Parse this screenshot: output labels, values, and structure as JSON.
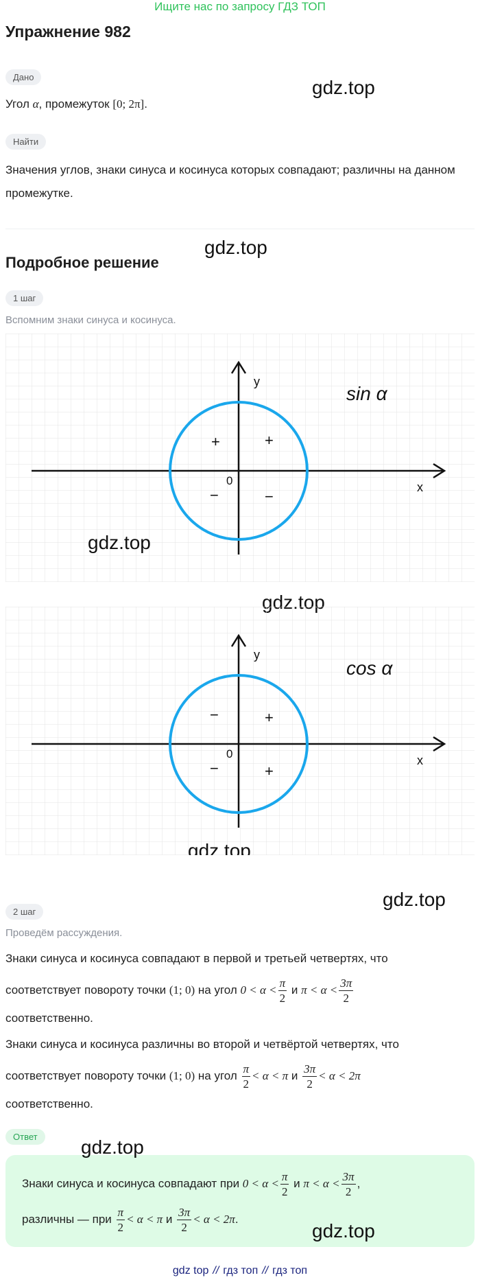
{
  "banner": "Ищите нас по запросу ГДЗ ТОП",
  "title": "Упражнение 982",
  "given": {
    "pill": "Дано",
    "text_prefix": "Угол ",
    "alpha": "α",
    "text_mid": ", промежуток ",
    "interval": "[0; 2π]",
    "text_end": "."
  },
  "find": {
    "pill": "Найти",
    "text": "Значения углов, знаки синуса и косинуса которых совпадают; различны на данном промежутке."
  },
  "solution": {
    "heading": "Подробное решение",
    "step1": {
      "pill": "1 шаг",
      "caption": "Вспомним знаки синуса и косинуса.",
      "sin_chart": {
        "label": "sin α",
        "y": "y",
        "x": "x",
        "origin": "0",
        "q2": "+",
        "q1": "+",
        "q3": "−",
        "q4": "−"
      },
      "cos_chart": {
        "label": "cos α",
        "y": "y",
        "x": "x",
        "origin": "0",
        "q2": "−",
        "q1": "+",
        "q3": "−",
        "q4": "+"
      }
    },
    "step2": {
      "pill": "2 шаг",
      "caption": "Проведём рассуждения.",
      "p1_line1": "Знаки синуса и косинуса совпадают в первой и третьей четвертях, что",
      "p1_line2_prefix": "соответствует повороту точки ",
      "point": "(1; 0)",
      "p1_mid": " на угол ",
      "and": " и ",
      "p1_line3": "соответственно.",
      "p2_line1": "Знаки синуса и косинуса различны во второй и четвёртой четвертях, что",
      "p2_line3": "соответственно."
    }
  },
  "answer": {
    "pill": "Ответ",
    "line1_prefix": "Знаки синуса и косинуса совпадают при ",
    "line2_prefix": "различны — при ",
    "and": " и ",
    "comma": ",",
    "dot": "."
  },
  "math": {
    "zero_lt_a_lt": "0 < α <",
    "pi_lt_a_lt": "π < α <",
    "lt_a_lt_pi": "< α < π",
    "lt_a_lt_2pi": "< α < 2π",
    "pi": "π",
    "two": "2",
    "three_pi": "3π"
  },
  "watermarks": [
    "gdz.top",
    "gdz.top",
    "gdz.top",
    "gdz.top",
    "gdz.top",
    "gdz.top",
    "gdz.top",
    "gdz.top"
  ],
  "footer": {
    "link1": "gdz top",
    "sep": "//",
    "link2": "гдз топ",
    "link3": "гдз топ"
  },
  "colors": {
    "circle": "#1aa7ec",
    "grid": "#e3e3e3",
    "accent_green": "#2fc25b",
    "answer_bg": "#defbe6"
  }
}
